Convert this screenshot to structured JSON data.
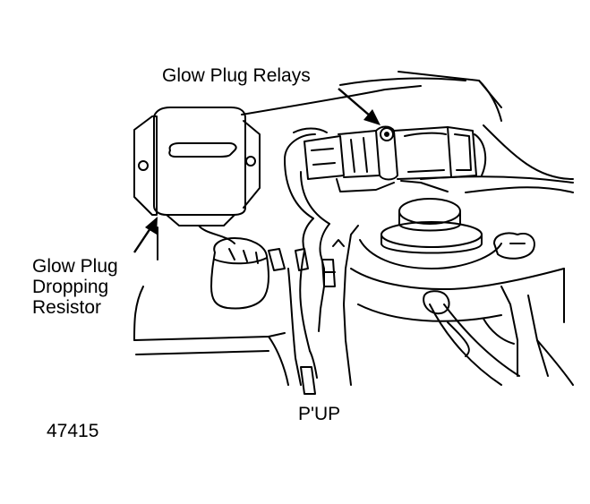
{
  "labels": {
    "glow_plug_relays": "Glow Plug Relays",
    "glow_plug_dropping_resistor": [
      "Glow Plug",
      "Dropping",
      "Resistor"
    ],
    "vehicle_model": "P'UP",
    "figure_number": "47415"
  },
  "style": {
    "ink": "#000000",
    "background": "#ffffff"
  }
}
